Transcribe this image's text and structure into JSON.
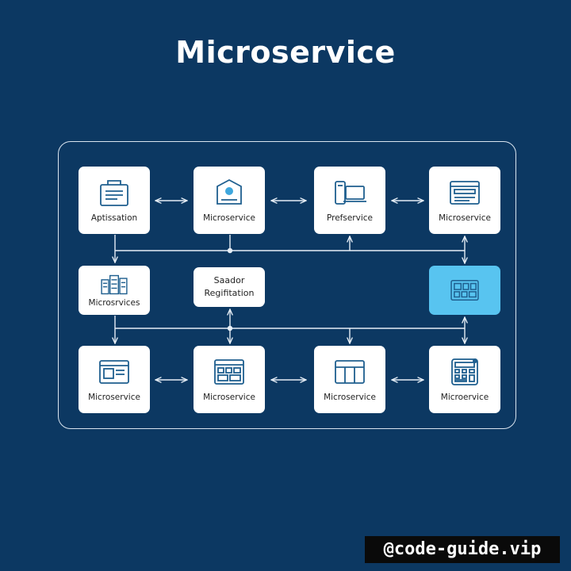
{
  "title": "Microservice",
  "nodes": {
    "r1c1": "Aptissation",
    "r1c2": "Microservice",
    "r1c3": "Prefservice",
    "r1c4": "Microservice",
    "r2c1": "Microsrvices",
    "r2c2": "Saador\nRegifitation",
    "r3c1": "Microservice",
    "r3c2": "Microservice",
    "r3c3": "Microservice",
    "r3c4": "Microervice"
  },
  "icons": {
    "r1c1": "document-icon",
    "r1c2": "shield-icon",
    "r1c3": "devices-icon",
    "r1c4": "browser-window-icon",
    "r2c1": "server-rack-icon",
    "r2c4": "dashboard-icon",
    "r3c1": "browser-window-icon",
    "r3c2": "grid-window-icon",
    "r3c3": "layout-panel-icon",
    "r3c4": "calculator-icon"
  },
  "colors": {
    "background": "#0c3862",
    "card": "#ffffff",
    "highlight": "#58c4f0",
    "icon_stroke": "#1f5f8f",
    "icon_accent": "#3fa7dd",
    "connector": "#e6eef6"
  },
  "watermark": "@code-guide.vip"
}
